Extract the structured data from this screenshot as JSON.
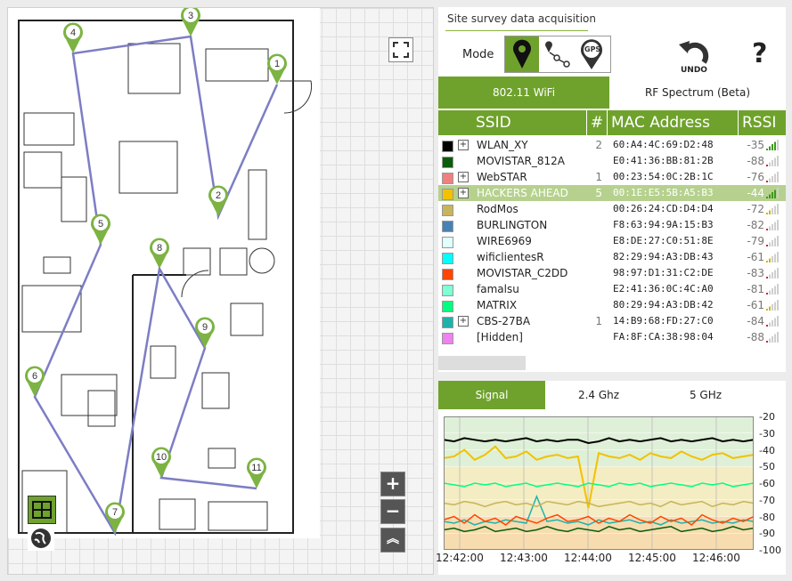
{
  "header": {
    "title": "Site survey data acquisition"
  },
  "mode": {
    "label": "Mode",
    "gps_label": "GPS"
  },
  "toolbar": {
    "undo_label": "UNDO",
    "help_label": "?"
  },
  "map": {
    "points": [
      {
        "label": "1"
      },
      {
        "label": "2"
      },
      {
        "label": "3"
      },
      {
        "label": "4"
      },
      {
        "label": "5"
      },
      {
        "label": "6"
      },
      {
        "label": "7"
      },
      {
        "label": "8"
      },
      {
        "label": "9"
      },
      {
        "label": "10"
      },
      {
        "label": "11"
      }
    ],
    "zoom_in": "+",
    "zoom_out": "−",
    "collapse": "︽"
  },
  "tabs": {
    "wifi": "802.11 WiFi",
    "rf": "RF Spectrum (Beta)"
  },
  "table": {
    "headers": {
      "ssid": "SSID",
      "count": "#",
      "mac": "MAC Address",
      "rssi": "RSSI"
    },
    "rows": [
      {
        "color": "#000000",
        "expand": "+",
        "ssid": "WLAN_XY",
        "count": "2",
        "mac": "60:A4:4C:69:D2:48",
        "rssi": "-35",
        "level": 4
      },
      {
        "color": "#0a5c0a",
        "expand": "",
        "ssid": "MOVISTAR_812A",
        "count": "",
        "mac": "E0:41:36:BB:81:2B",
        "rssi": "-88",
        "level": 1
      },
      {
        "color": "#f08080",
        "expand": "+",
        "ssid": "WebSTAR",
        "count": "1",
        "mac": "00:23:54:0C:2B:1C",
        "rssi": "-76",
        "level": 1
      },
      {
        "color": "#f2c200",
        "expand": "+",
        "ssid": "HACKERS AHEAD",
        "count": "5",
        "mac": "00:1E:E5:5B:A5:B3",
        "rssi": "-44",
        "level": 4
      },
      {
        "color": "#c8b45a",
        "expand": "",
        "ssid": "RodMos",
        "count": "",
        "mac": "00:26:24:CD:D4:D4",
        "rssi": "-72",
        "level": 2
      },
      {
        "color": "#4682b4",
        "expand": "",
        "ssid": "BURLINGTON",
        "count": "",
        "mac": "F8:63:94:9A:15:B3",
        "rssi": "-82",
        "level": 1
      },
      {
        "color": "#e0ffff",
        "expand": "",
        "ssid": "WIRE6969",
        "count": "",
        "mac": "E8:DE:27:C0:51:8E",
        "rssi": "-79",
        "level": 1
      },
      {
        "color": "#00ffff",
        "expand": "",
        "ssid": "wificlientesR",
        "count": "",
        "mac": "82:29:94:A3:DB:43",
        "rssi": "-61",
        "level": 2
      },
      {
        "color": "#ff4500",
        "expand": "",
        "ssid": "MOVISTAR_C2DD",
        "count": "",
        "mac": "98:97:D1:31:C2:DE",
        "rssi": "-83",
        "level": 1
      },
      {
        "color": "#7fffd4",
        "expand": "",
        "ssid": "famalsu",
        "count": "",
        "mac": "E2:41:36:0C:4C:A0",
        "rssi": "-81",
        "level": 1
      },
      {
        "color": "#00ff7f",
        "expand": "",
        "ssid": "MATRIX",
        "count": "",
        "mac": "80:29:94:A3:DB:42",
        "rssi": "-61",
        "level": 2
      },
      {
        "color": "#20b2aa",
        "expand": "+",
        "ssid": "CBS-27BA",
        "count": "1",
        "mac": "14:B9:68:FD:27:C0",
        "rssi": "-84",
        "level": 1
      },
      {
        "color": "#ee82ee",
        "expand": "",
        "ssid": "[Hidden]",
        "count": "",
        "mac": "FA:8F:CA:38:98:04",
        "rssi": "-88",
        "level": 1
      }
    ]
  },
  "signal_tabs": {
    "signal": "Signal",
    "ghz24": "2.4 Ghz",
    "ghz5": "5 GHz"
  },
  "chart_data": {
    "type": "line",
    "title": "",
    "xlabel": "",
    "ylabel": "",
    "ylim": [
      -100,
      -20
    ],
    "y_ticks": [
      "-20",
      "-30",
      "-40",
      "-50",
      "-60",
      "-70",
      "-80",
      "-90",
      "-100"
    ],
    "x_ticks": [
      "12:42:00",
      "12:43:00",
      "12:44:00",
      "12:45:00",
      "12:46:00"
    ],
    "x": [
      0,
      1,
      2,
      3,
      4,
      5,
      6,
      7,
      8,
      9,
      10,
      11,
      12,
      13,
      14,
      15,
      16,
      17,
      18,
      19,
      20,
      21,
      22,
      23,
      24,
      25,
      26,
      27,
      28,
      29,
      30
    ],
    "series": [
      {
        "color": "#000000",
        "values": [
          -34,
          -35,
          -33,
          -34,
          -35,
          -34,
          -35,
          -34,
          -33,
          -35,
          -34,
          -35,
          -34,
          -34,
          -36,
          -35,
          -33,
          -35,
          -34,
          -35,
          -34,
          -33,
          -35,
          -34,
          -35,
          -34,
          -33,
          -35,
          -34,
          -35,
          -34
        ]
      },
      {
        "color": "#f2c200",
        "values": [
          -45,
          -44,
          -40,
          -46,
          -43,
          -38,
          -45,
          -44,
          -41,
          -46,
          -44,
          -43,
          -45,
          -44,
          -75,
          -42,
          -44,
          -45,
          -43,
          -46,
          -42,
          -44,
          -45,
          -41,
          -44,
          -46,
          -43,
          -42,
          -45,
          -44,
          -43
        ]
      },
      {
        "color": "#00ff7f",
        "values": [
          -60,
          -61,
          -62,
          -60,
          -61,
          -60,
          -62,
          -61,
          -60,
          -62,
          -61,
          -60,
          -61,
          -62,
          -60,
          -61,
          -62,
          -60,
          -61,
          -60,
          -62,
          -61,
          -60,
          -61,
          -62,
          -60,
          -61,
          -60,
          -62,
          -61,
          -60
        ]
      },
      {
        "color": "#20b2aa",
        "values": [
          -83,
          -84,
          -82,
          -85,
          -83,
          -84,
          -82,
          -83,
          -84,
          -68,
          -83,
          -82,
          -84,
          -83,
          -85,
          -82,
          -84,
          -83,
          -82,
          -84,
          -83,
          -85,
          -82,
          -84,
          -83,
          -82,
          -84,
          -83,
          -84,
          -82,
          -83
        ]
      },
      {
        "color": "#ff4500",
        "values": [
          -82,
          -80,
          -84,
          -79,
          -83,
          -81,
          -85,
          -80,
          -82,
          -84,
          -81,
          -79,
          -83,
          -82,
          -80,
          -84,
          -81,
          -83,
          -79,
          -82,
          -84,
          -80,
          -83,
          -81,
          -85,
          -79,
          -82,
          -84,
          -81,
          -83,
          -80
        ]
      },
      {
        "color": "#c8b45a",
        "values": [
          -72,
          -73,
          -71,
          -72,
          -74,
          -72,
          -71,
          -73,
          -72,
          -74,
          -71,
          -72,
          -73,
          -71,
          -72,
          -74,
          -73,
          -72,
          -71,
          -73,
          -72,
          -74,
          -71,
          -73,
          -72,
          -71,
          -74,
          -72,
          -73,
          -71,
          -72
        ]
      },
      {
        "color": "#0a5c0a",
        "values": [
          -88,
          -87,
          -89,
          -88,
          -86,
          -89,
          -88,
          -87,
          -89,
          -88,
          -86,
          -88,
          -89,
          -87,
          -88,
          -89,
          -86,
          -88,
          -87,
          -89,
          -88,
          -87,
          -86,
          -89,
          -88,
          -87,
          -89,
          -88,
          -86,
          -88,
          -87
        ]
      }
    ]
  }
}
